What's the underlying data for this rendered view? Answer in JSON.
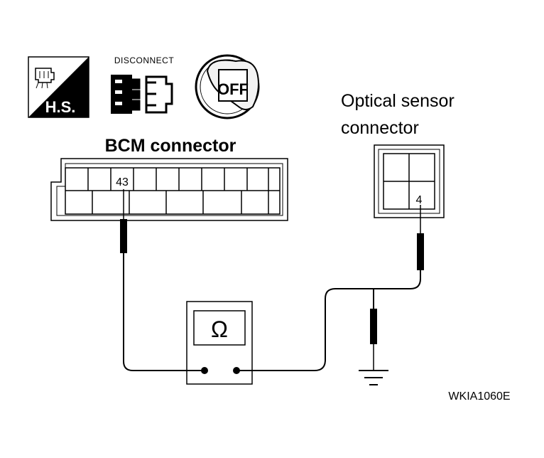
{
  "icons": {
    "hs_label": "H.S.",
    "disconnect_label": "DISCONNECT",
    "ignition_label": "OFF"
  },
  "bcm": {
    "title": "BCM connector",
    "pin": "43"
  },
  "optical": {
    "title_line1": "Optical sensor",
    "title_line2": "connector",
    "pin": "4"
  },
  "meter": {
    "symbol": "Ω"
  },
  "figure_code": "WKIA1060E"
}
